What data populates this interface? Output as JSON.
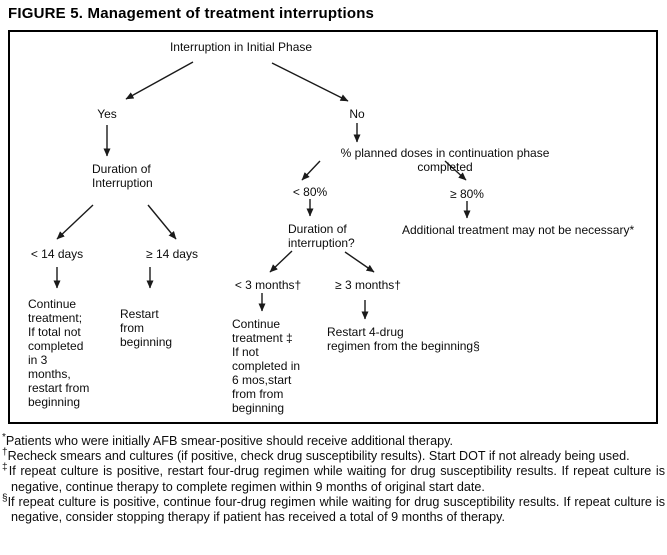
{
  "title": "FIGURE 5. Management of treatment interruptions",
  "flowchart": {
    "root": "Interruption in Initial Phase",
    "yes": "Yes",
    "no": "No",
    "duration_initial": "Duration of\nInterruption",
    "lt14": "< 14 days",
    "ge14": "≥ 14 days",
    "lt14_outcome": "Continue\ntreatment;\nIf total not\ncompleted\nin 3\nmonths,\nrestart from\nbeginning",
    "ge14_outcome": "Restart\nfrom\nbeginning",
    "pct_planned": "% planned doses in continuation phase completed",
    "lt80": "< 80%",
    "ge80": "≥ 80%",
    "duration_continuation": "Duration of\ninterruption?",
    "ge80_outcome": "Additional treatment may not be necessary*",
    "lt3mo": "< 3 months†",
    "ge3mo": "≥ 3 months†",
    "lt3mo_outcome": "Continue\ntreatment ‡\nIf not\ncompleted in\n6 mos,start\nfrom from\nbeginning",
    "ge3mo_outcome": "Restart 4-drug\nregimen from the beginning§"
  },
  "footnotes": [
    {
      "marker": "*",
      "text": "Patients who were initially AFB smear-positive should receive additional therapy."
    },
    {
      "marker": "†",
      "text": "Recheck smears and cultures (if positive, check drug susceptibility results). Start DOT if not already being used."
    },
    {
      "marker": "‡",
      "text": "If repeat culture is positive, restart four-drug regimen while waiting for drug susceptibility results. If repeat culture is negative, continue therapy to complete regimen within 9 months of original start date."
    },
    {
      "marker": "§",
      "text": "If repeat culture is positive, continue four-drug regimen while waiting for drug susceptibility results. If repeat culture is negative, consider stopping therapy if patient has received a total of 9 months of therapy."
    }
  ],
  "colors": {
    "text": "#000000",
    "background": "#ffffff",
    "border": "#000000",
    "arrow": "#1a1a1a"
  }
}
